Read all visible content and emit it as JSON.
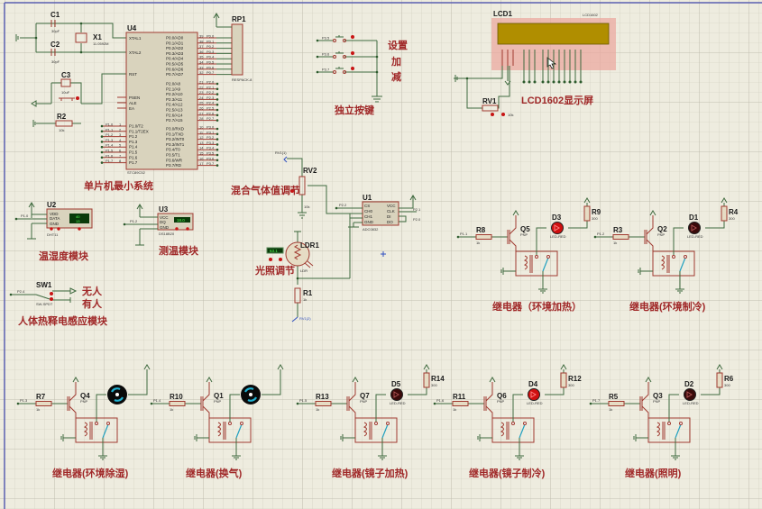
{
  "mcu": {
    "ref": "U4",
    "part": "STC89C52",
    "xtal1": "XTAL1",
    "xtal2": "XTAL2",
    "rst": "RST",
    "psen": "PSEN",
    "ale": "ALE",
    "ea": "EA",
    "p0": [
      [
        "39",
        "P0.0/AD0",
        "P0.0"
      ],
      [
        "38",
        "P0.1/AD1",
        "P0.1"
      ],
      [
        "37",
        "P0.2/AD2",
        "P0.2"
      ],
      [
        "36",
        "P0.3/AD3",
        "P0.3"
      ],
      [
        "35",
        "P0.4/AD4",
        "P0.4"
      ],
      [
        "34",
        "P0.5/AD5",
        "P0.5"
      ],
      [
        "33",
        "P0.6/AD6",
        "P0.6"
      ],
      [
        "32",
        "P0.7/AD7",
        "P0.7"
      ]
    ],
    "p2": [
      [
        "21",
        "P2.0/A8",
        "P2.0"
      ],
      [
        "22",
        "P2.1/A9",
        "P2.1"
      ],
      [
        "23",
        "P2.2/A10",
        "P2.2"
      ],
      [
        "24",
        "P2.3/A11",
        "P2.3"
      ],
      [
        "25",
        "P2.4/A12",
        "P2.4"
      ],
      [
        "26",
        "P2.5/A13",
        "P2.5"
      ],
      [
        "27",
        "P2.6/A14",
        "P2.6"
      ],
      [
        "28",
        "P2.7/A15",
        "P2.7"
      ]
    ],
    "p3": [
      [
        "10",
        "P3.0/RXD",
        "P3.0"
      ],
      [
        "11",
        "P3.1/TXD",
        "P3.1"
      ],
      [
        "12",
        "P3.2/INT0",
        "P3.2"
      ],
      [
        "13",
        "P3.3/INT1",
        "P3.3"
      ],
      [
        "14",
        "P3.4/T0",
        "P3.4"
      ],
      [
        "15",
        "P3.5/T1",
        "P3.5"
      ],
      [
        "16",
        "P3.6/WR",
        "P3.6"
      ],
      [
        "17",
        "P3.7/RD",
        "P3.7"
      ]
    ],
    "p1": [
      [
        "1",
        "P1.0/T2",
        "P1.0"
      ],
      [
        "2",
        "P1.1/T2EX",
        "P1.1"
      ],
      [
        "3",
        "P1.2",
        "P1.2"
      ],
      [
        "4",
        "P1.3",
        "P1.3"
      ],
      [
        "5",
        "P1.4",
        "P1.4"
      ],
      [
        "6",
        "P1.5",
        "P1.5"
      ],
      [
        "7",
        "P1.6",
        "P1.6"
      ],
      [
        "8",
        "P1.7",
        "P1.7"
      ]
    ]
  },
  "crystal": {
    "c1": "C1",
    "c1_val": "30pF",
    "c2": "C2",
    "c2_val": "30pF",
    "x1": "X1",
    "x1_val": "11.0592M",
    "c3": "C3",
    "c3_val": "10uF",
    "r2": "R2",
    "r2_val": "10k"
  },
  "rp1": {
    "ref": "RP1",
    "part": "RESPACK-8"
  },
  "keys": {
    "pins": [
      "P3.5",
      "P3.6",
      "P3.7"
    ],
    "labels": [
      "设置",
      "加",
      "减"
    ],
    "title": "独立按键"
  },
  "lcd": {
    "ref": "LCD1",
    "part": "LCD1602",
    "title": "LCD1602显示屏",
    "rv_ref": "RV1",
    "rv_val": "10k"
  },
  "mcu_title": "单片机最小系统",
  "gas": {
    "rv_ref": "RV2",
    "rv_val": "10k",
    "net": "RV1(1)",
    "title": "混合气体值调节"
  },
  "adc": {
    "ref": "U1",
    "part": "ADC0832",
    "pins_left": [
      "CS",
      "CH0",
      "CH1",
      "GND"
    ],
    "pins_right": [
      "VCC",
      "CLK",
      "DI",
      "DO"
    ],
    "net_cs": "P2.2",
    "net_clk": "P2.1",
    "net_di": "P2.0"
  },
  "ldr": {
    "ref": "LDR1",
    "part": "LDR",
    "meter": "63.1",
    "title": "光照调节",
    "r_ref": "R1",
    "r_val": "1k",
    "net": "RV1(2)"
  },
  "dht": {
    "ref": "U2",
    "part": "DHT11",
    "pins": [
      "VDD",
      "DATA",
      "GND"
    ],
    "net": "P1.0",
    "hum": "40",
    "temp": "13",
    "title": "温湿度模块"
  },
  "ds": {
    "ref": "U3",
    "part": "DS18B20",
    "pins": [
      "VCC",
      "DQ",
      "GND"
    ],
    "net": "P1.2",
    "temp": "18.0",
    "title": "测温模块"
  },
  "pir": {
    "ref": "SW1",
    "part": "SW-SPDT",
    "net": "P2.4",
    "opt1": "无人",
    "opt2": "有人",
    "title": "人体热释电感应模块"
  },
  "relays": [
    {
      "net": "P1.1",
      "r": "R8",
      "r_val": "1k",
      "q": "Q5",
      "q_type": "PNP",
      "load": "led",
      "d": "D3",
      "d_part": "LED-RED",
      "rl": "R9",
      "rl_val": "300",
      "lit": true,
      "title": "继电器（环境加热）"
    },
    {
      "net": "P1.2",
      "r": "R3",
      "r_val": "1k",
      "q": "Q2",
      "q_type": "PNP",
      "load": "led",
      "d": "D1",
      "d_part": "LED-RED",
      "rl": "R4",
      "rl_val": "300",
      "lit": false,
      "title": "继电器(环境制冷)"
    },
    {
      "net": "P1.3",
      "r": "R7",
      "r_val": "1k",
      "q": "Q4",
      "q_type": "PNP",
      "load": "motor",
      "title": "继电器(环境除湿)"
    },
    {
      "net": "P1.4",
      "r": "R10",
      "r_val": "1k",
      "q": "Q1",
      "q_type": "PNP",
      "load": "motor",
      "title": "继电器(换气)"
    },
    {
      "net": "P1.5",
      "r": "R13",
      "r_val": "1k",
      "q": "Q7",
      "q_type": "PNP",
      "load": "led",
      "d": "D5",
      "d_part": "LED-RED",
      "rl": "R14",
      "rl_val": "300",
      "lit": false,
      "title": "继电器(镜子加热)"
    },
    {
      "net": "P1.6",
      "r": "R11",
      "r_val": "1k",
      "q": "Q6",
      "q_type": "PNP",
      "load": "led",
      "d": "D4",
      "d_part": "LED-RED",
      "rl": "R12",
      "rl_val": "300",
      "lit": true,
      "title": "继电器(镜子制冷)"
    },
    {
      "net": "P1.7",
      "r": "R5",
      "r_val": "1k",
      "q": "Q3",
      "q_type": "PNP",
      "load": "led",
      "d": "D2",
      "d_part": "LED-RED",
      "rl": "R6",
      "rl_val": "300",
      "lit": false,
      "title": "继电器(照明)"
    }
  ],
  "colors": {
    "wire": "#3f6a3f",
    "component": "#a03a30",
    "label": "#a02828",
    "led_on": "#d01010",
    "led_off": "#3a0a0a",
    "motor_blade": "#20b0d0"
  }
}
